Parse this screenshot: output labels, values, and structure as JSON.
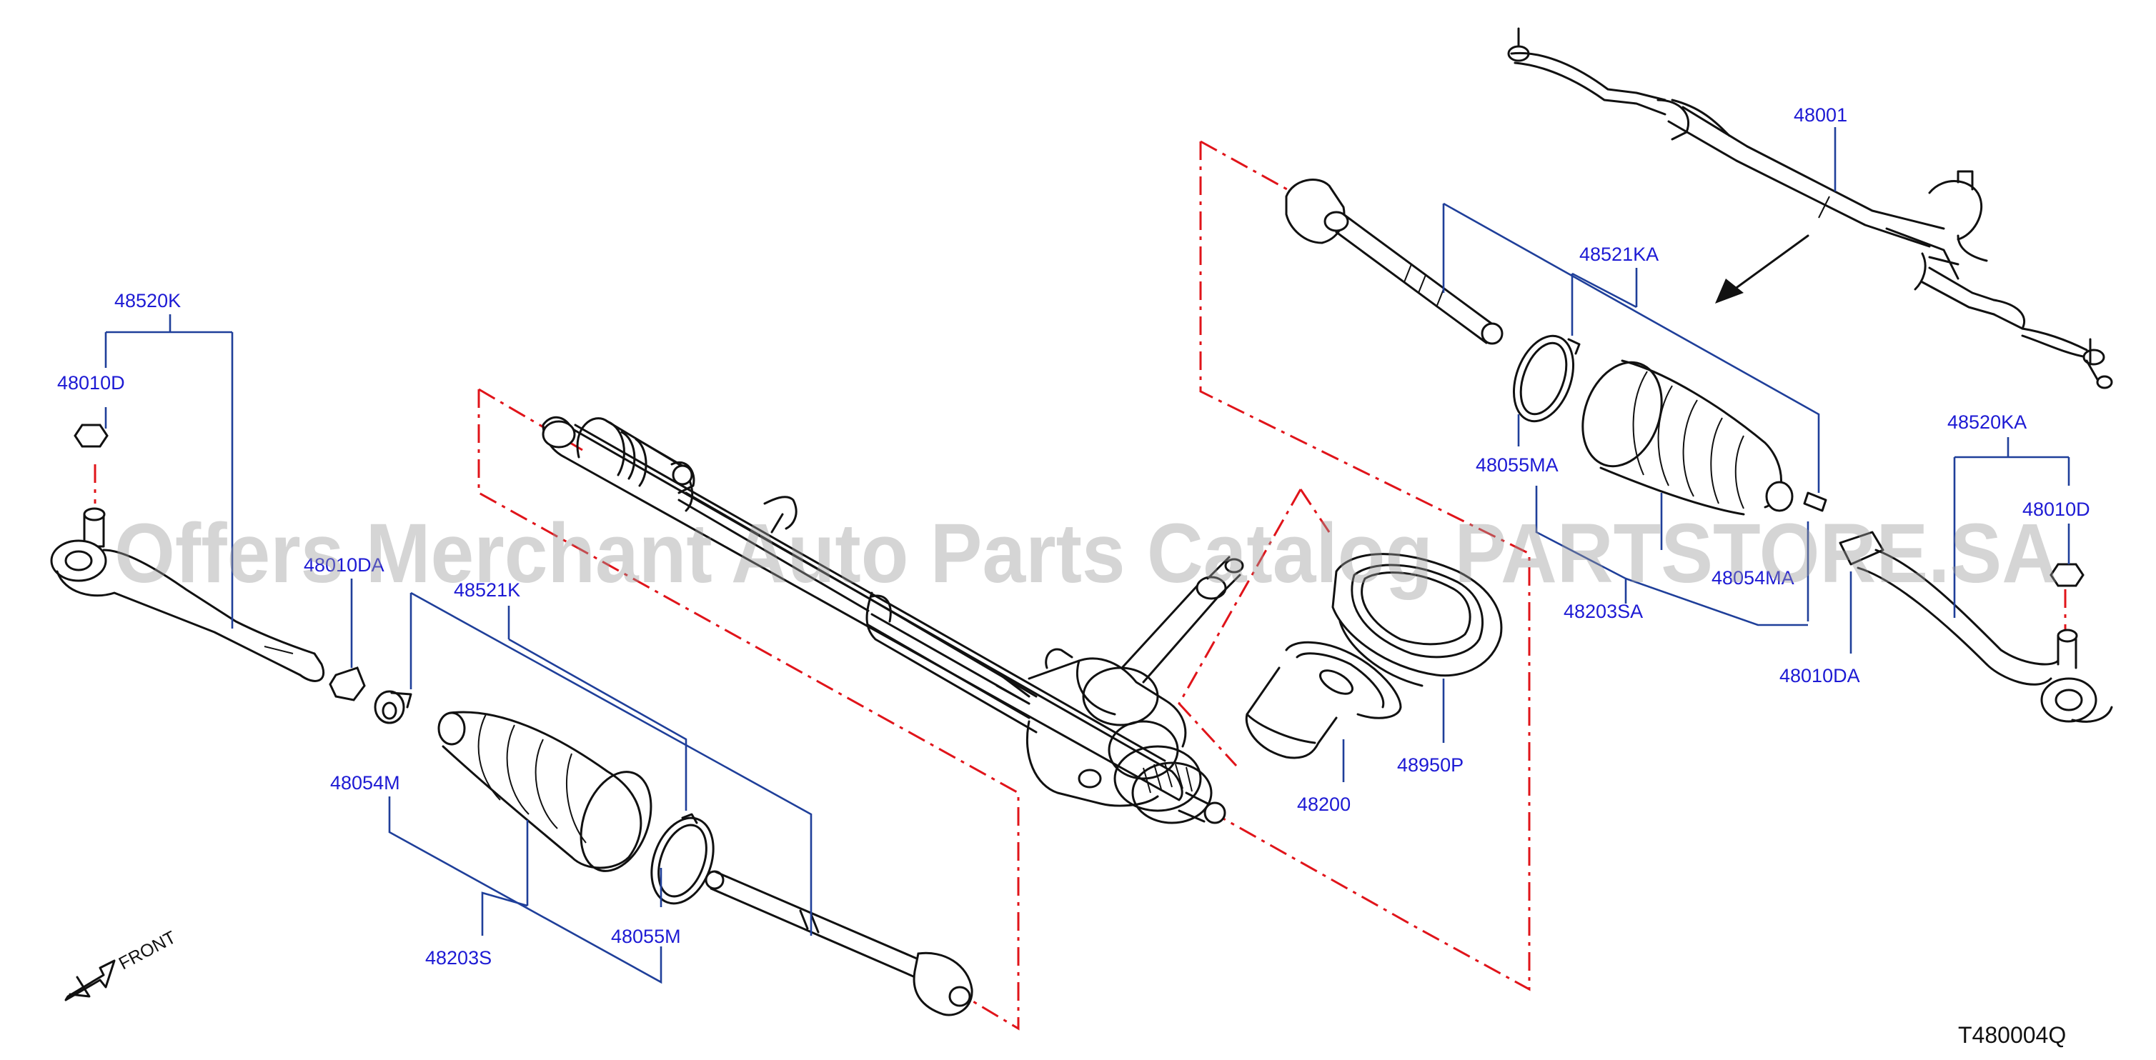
{
  "diagram": {
    "drawing_code": "T480004Q",
    "watermark": "Offers Merchant Auto Parts Catalog PARTSTORE.SA",
    "front_label": "FRONT",
    "labels": {
      "p48001": "48001",
      "p48520k": "48520K",
      "p48010d_left": "48010D",
      "p48010da_left": "48010DA",
      "p48521k": "48521K",
      "p48054m": "48054M",
      "p48203s": "48203S",
      "p48055m": "48055M",
      "p48521ka": "48521KA",
      "p48055ma": "48055MA",
      "p48203sa": "48203SA",
      "p48054ma": "48054MA",
      "p48520ka": "48520KA",
      "p48010d_right": "48010D",
      "p48010da_right": "48010DA",
      "p48950p": "48950P",
      "p48200": "48200"
    },
    "colors": {
      "label": "#1d1ad4",
      "leader": "#1f3f9a",
      "cut_line": "#e0141a",
      "part": "#111111"
    }
  }
}
